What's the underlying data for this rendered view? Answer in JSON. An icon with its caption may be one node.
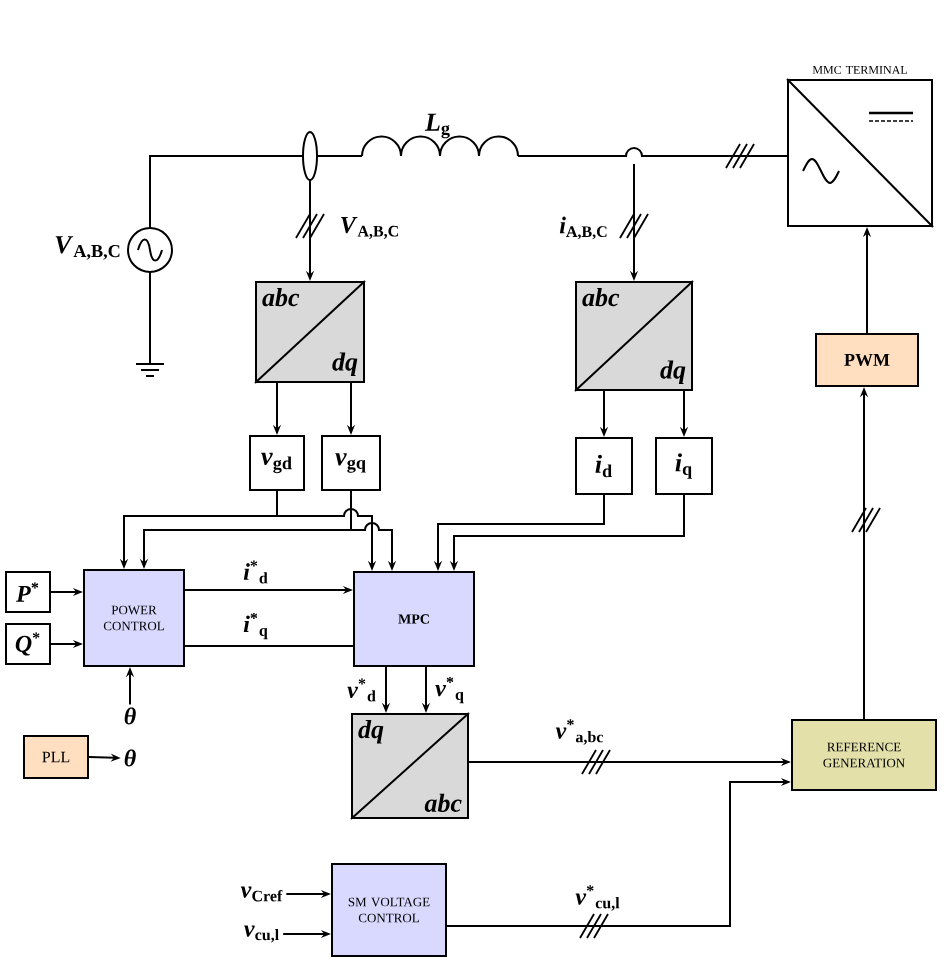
{
  "diagram": {
    "nodes": [
      {
        "text": [
          "MMC TERMINAL"
        ]
      },
      {
        "text": [
          "abc",
          "dq"
        ]
      },
      {
        "text": [
          "abc",
          "dq"
        ]
      },
      {
        "text": [
          "*v*$_{gd}$"
        ]
      },
      {
        "text": [
          "*v*$_{gq}$"
        ]
      },
      {
        "text": [
          "*i*$_{d}$"
        ]
      },
      {
        "text": [
          "*i*$_{q}$"
        ]
      },
      {
        "text": [
          "PWM"
        ]
      },
      {
        "text": [
          "*P*$^{*}$"
        ]
      },
      {
        "text": [
          "*Q*$^{*}$"
        ]
      },
      {
        "text": [
          "POWER CONTROL"
        ]
      },
      {
        "text": [
          "MPC"
        ]
      },
      {
        "text": [
          "dq",
          "abc"
        ]
      },
      {
        "text": [
          "PLL"
        ]
      },
      {
        "text": [
          "REFERENCE GENERATION"
        ]
      },
      {
        "text": [
          "SM VOLTAGE CONTROL"
        ]
      },
      {
        "text": [
          "θ"
        ]
      },
      {
        "text": [
          "θ"
        ]
      },
      {
        "text": [
          "*v*$_{Cref}$"
        ]
      },
      {
        "text": [
          "*v*$_{cu,l}$"
        ]
      }
    ],
    "edges": [
      {
        "from": null,
        "to": 1,
        "arrow": "to",
        "label": "*V*$_{A,B,C}$"
      },
      {
        "from": null,
        "to": 2,
        "arrow": "to",
        "label": "*i*$_{A,B,C}$"
      },
      {
        "from": 1,
        "to": 3,
        "arrow": "to"
      },
      {
        "from": 1,
        "to": 4,
        "arrow": "to"
      },
      {
        "from": 2,
        "to": 5,
        "arrow": "to"
      },
      {
        "from": 2,
        "to": 6,
        "arrow": "to"
      },
      {
        "from": 3,
        "to": 10,
        "arrow": "to"
      },
      {
        "from": 4,
        "to": 10,
        "arrow": "to"
      },
      {
        "from": 3,
        "to": 11,
        "arrow": "to"
      },
      {
        "from": 4,
        "to": 11,
        "arrow": "to"
      },
      {
        "from": 5,
        "to": 11,
        "arrow": "to"
      },
      {
        "from": 6,
        "to": 11,
        "arrow": "to"
      },
      {
        "from": 8,
        "to": 10,
        "arrow": "to"
      },
      {
        "from": 9,
        "to": 10,
        "arrow": "to"
      },
      {
        "from": 10,
        "to": 11,
        "arrow": "to",
        "label": "*i*$^{*}$$_{d}$"
      },
      {
        "from": 10,
        "to": 11,
        "arrow": "none",
        "label": "*i*$^{*}$$_{q}$"
      },
      {
        "from": 11,
        "to": 12,
        "arrow": "to",
        "label": "*v*$^{*}$$_{d}$"
      },
      {
        "from": 11,
        "to": 12,
        "arrow": "to",
        "label": "*v*$^{*}$$_{q}$"
      },
      {
        "from": 12,
        "to": 14,
        "arrow": "to",
        "label": "*v*$^{*}$$_{a,bc}$"
      },
      {
        "from": 15,
        "to": 14,
        "arrow": "to",
        "label": "*v*$^{*}$$_{cu,l}$"
      },
      {
        "from": 14,
        "to": 7,
        "arrow": "to"
      },
      {
        "from": 7,
        "to": 0,
        "arrow": "to"
      },
      {
        "from": 13,
        "to": 16,
        "arrow": "to"
      },
      {
        "from": 17,
        "to": 10,
        "arrow": "to"
      },
      {
        "from": 18,
        "to": 15,
        "arrow": "to"
      },
      {
        "from": 19,
        "to": 15,
        "arrow": "to"
      }
    ],
    "labels": [
      "*V*$_{A,B,C}$",
      "*L*$_{g}$"
    ]
  }
}
